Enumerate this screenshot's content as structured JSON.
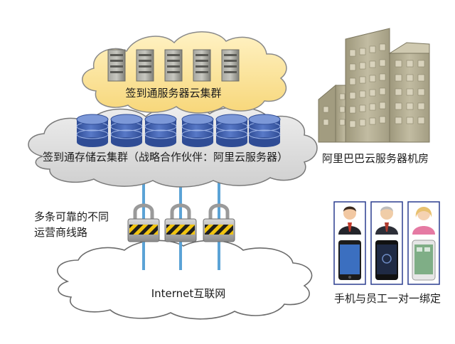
{
  "labels": {
    "server_cloud": "签到通服务器云集群",
    "storage_cloud": "签到通存储云集群（战略合作伙伴：阿里云服务器）",
    "datacenter": "阿里巴巴云服务器机房",
    "carriers": "多条可靠的不同运营商线路",
    "internet": "Internet互联网",
    "binding": "手机与员工一对一绑定"
  },
  "colors": {
    "server_cloud_fill": "#fce7a2",
    "storage_cloud_fill": "#dcdcdc",
    "internet_cloud_fill": "#ffffff",
    "cloud_outline": "#6b6b6b",
    "disk_blue": "#3e5fae",
    "disk_light": "#7c98d8",
    "server_gray": "#8d8d87",
    "building_khaki": "#b8b296",
    "building_window": "#d9d3bd",
    "link_blue": "#5ba3d6",
    "lock_yellow": "#f1c40f",
    "lock_black": "#1e1e1e",
    "phone_frame": "#2a3d8f"
  },
  "icons": {
    "server": "server-rack-icon",
    "disk": "database-disk-icon",
    "lock": "padlock-icon",
    "building": "office-building-icon",
    "person": "person-avatar-icon",
    "phone": "smartphone-icon"
  }
}
